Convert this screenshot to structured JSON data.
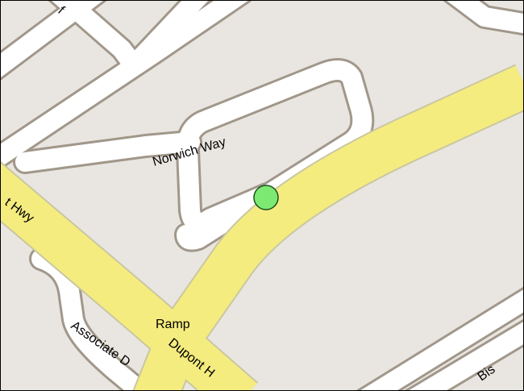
{
  "map": {
    "colors": {
      "land": "#E9E6E1",
      "street_casing": "#A1978A",
      "street_fill": "#FFFFFF",
      "highway_casing": "#C9C7A1",
      "highway_fill": "#F5EC7F",
      "marker_fill": "#7CEA72",
      "marker_stroke": "#1F4F1F"
    },
    "labels": {
      "norwich_way": "Norwich Way",
      "highway_left": "t Hwy",
      "ramp": "Ramp",
      "dupont": "Dupont H",
      "associate": "Associate D",
      "bottom_right": "Bis",
      "top_left_fragment": "f"
    },
    "marker": {
      "name": "location-marker"
    }
  }
}
